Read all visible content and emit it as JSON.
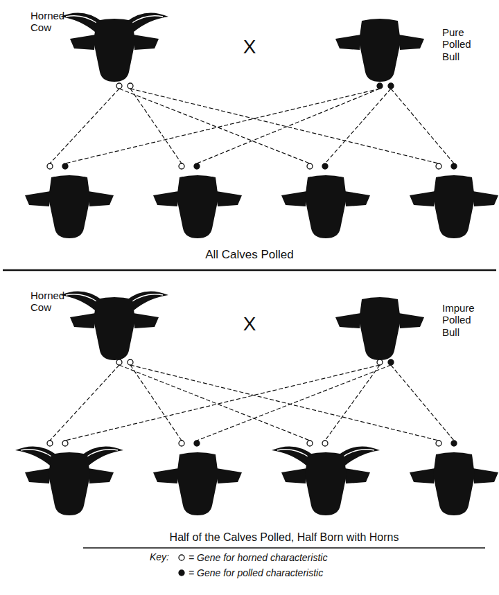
{
  "diagram": {
    "labels": [
      "Horned Cow",
      "Pure Polled Bull",
      "X",
      "All Calves Polled",
      "Horned Cow",
      "Impure Polled Bull",
      "X",
      "Half of the Calves Polled, Half Born with Horns",
      "Key:"
    ],
    "legend": [
      {
        "text": "= Gene for horned characteristic"
      },
      {
        "text": "= Gene for polled characteristic"
      }
    ]
  }
}
